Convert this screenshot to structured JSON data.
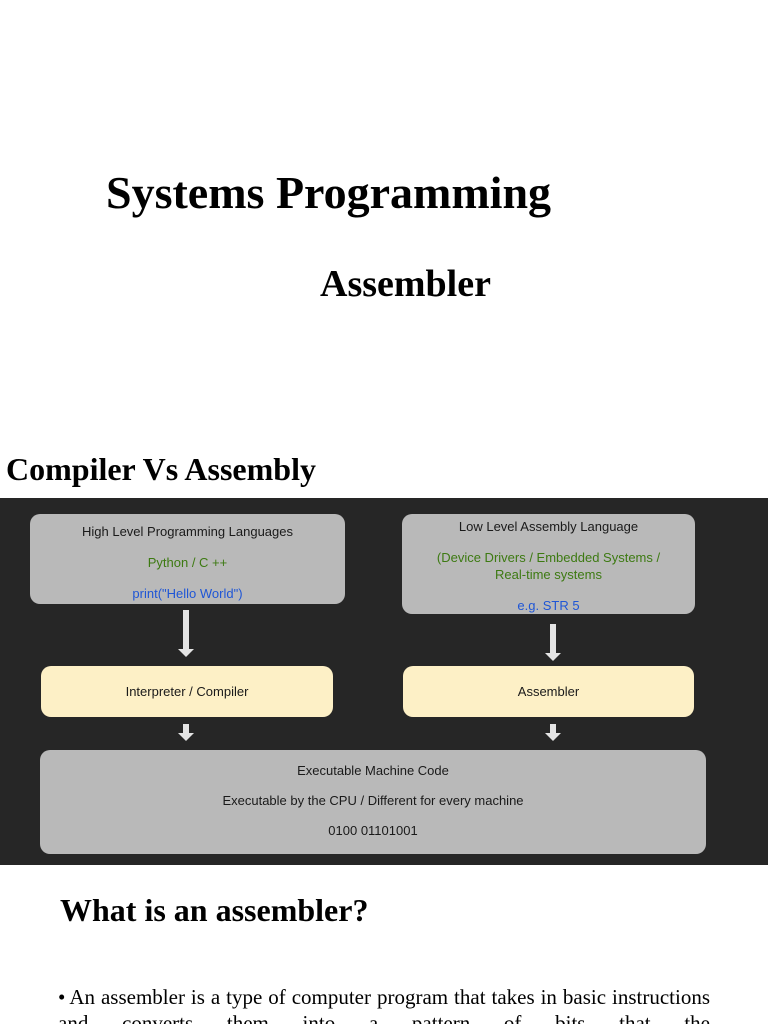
{
  "title": "Systems Programming",
  "subtitle": "Assembler",
  "section_heading": "Compiler Vs Assembly",
  "diagram": {
    "high_level": {
      "heading": "High Level Programming Languages",
      "examples": "Python / C ++",
      "code": "print(\"Hello World\")"
    },
    "low_level": {
      "heading": "Low Level Assembly Language",
      "examples_line1": "(Device Drivers / Embedded Systems /",
      "examples_line2": "Real-time systems",
      "code": "e.g.  STR 5"
    },
    "interpreter_compiler": "Interpreter / Compiler",
    "assembler": "Assembler",
    "machine_code": {
      "heading": "Executable Machine Code",
      "description": "Executable by the CPU / Different for every machine",
      "binary": "0100 01101001"
    },
    "colors": {
      "background": "#262626",
      "grey_box": "#b9b9b9",
      "cream_box": "#fdf0c6",
      "green_text": "#3d7a12",
      "blue_text": "#1f56d6"
    }
  },
  "question_heading": "What is an assembler?",
  "bullet_text": "An assembler is a type of computer program that takes in basic instructions and converts them into a pattern of bits that the"
}
